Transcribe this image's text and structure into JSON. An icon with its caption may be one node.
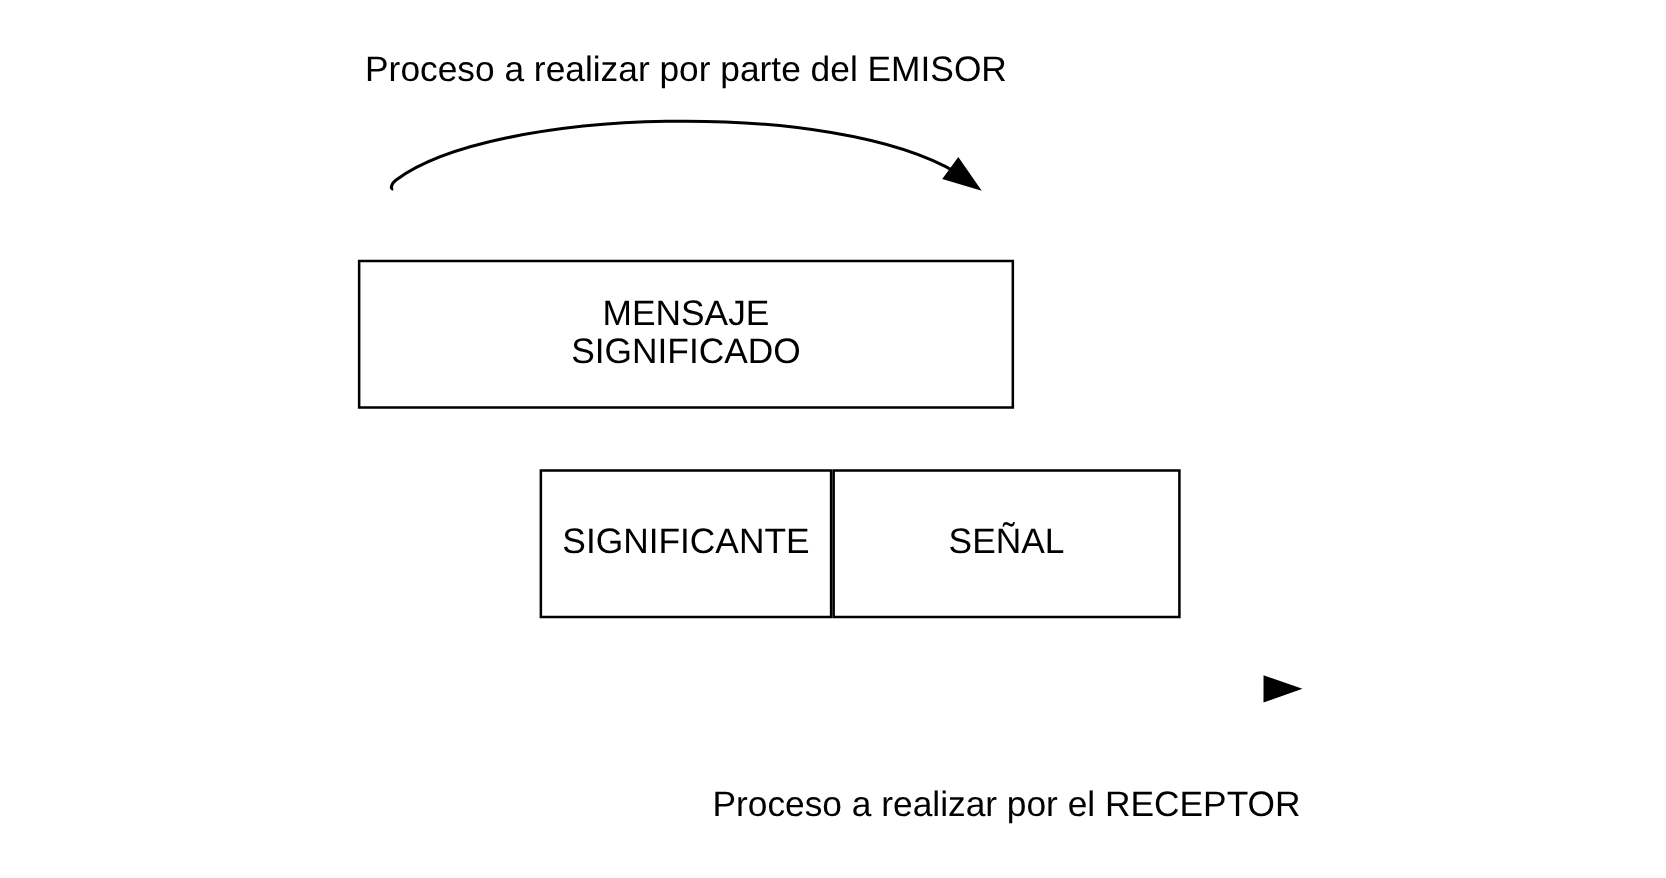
{
  "diagram": {
    "nodes": [
      {
        "text": [
          "MENSAJE",
          "SIGNIFICADO"
        ]
      },
      {
        "text": [
          "SIGNIFICANTE"
        ]
      },
      {
        "text": [
          "SEÑAL"
        ]
      }
    ],
    "labels": [
      "Proceso a realizar por parte del EMISOR",
      "Proceso a realizar por el RECEPTOR"
    ]
  }
}
